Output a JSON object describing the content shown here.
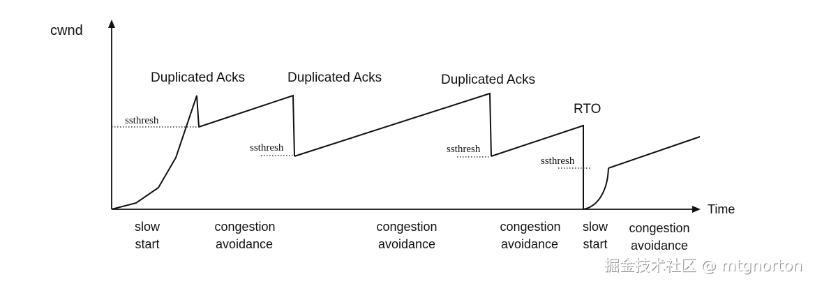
{
  "axes": {
    "y_label": "cwnd",
    "x_label": "Time"
  },
  "events": {
    "dup_acks_1": "Duplicated Acks",
    "dup_acks_2": "Duplicated Acks",
    "dup_acks_3": "Duplicated Acks",
    "rto": "RTO"
  },
  "ssthresh_labels": {
    "s1": "ssthresh",
    "s2": "ssthresh",
    "s3": "ssthresh",
    "s4": "ssthresh"
  },
  "phases": [
    {
      "line1": "slow",
      "line2": "start"
    },
    {
      "line1": "congestion",
      "line2": "avoidance"
    },
    {
      "line1": "congestion",
      "line2": "avoidance"
    },
    {
      "line1": "congestion",
      "line2": "avoidance"
    },
    {
      "line1": "slow",
      "line2": "start"
    },
    {
      "line1": "congestion",
      "line2": "avoidance"
    }
  ],
  "watermark": "掘金技术社区 @ mtgnorton",
  "colors": {
    "ink": "#111111",
    "background": "#ffffff"
  }
}
